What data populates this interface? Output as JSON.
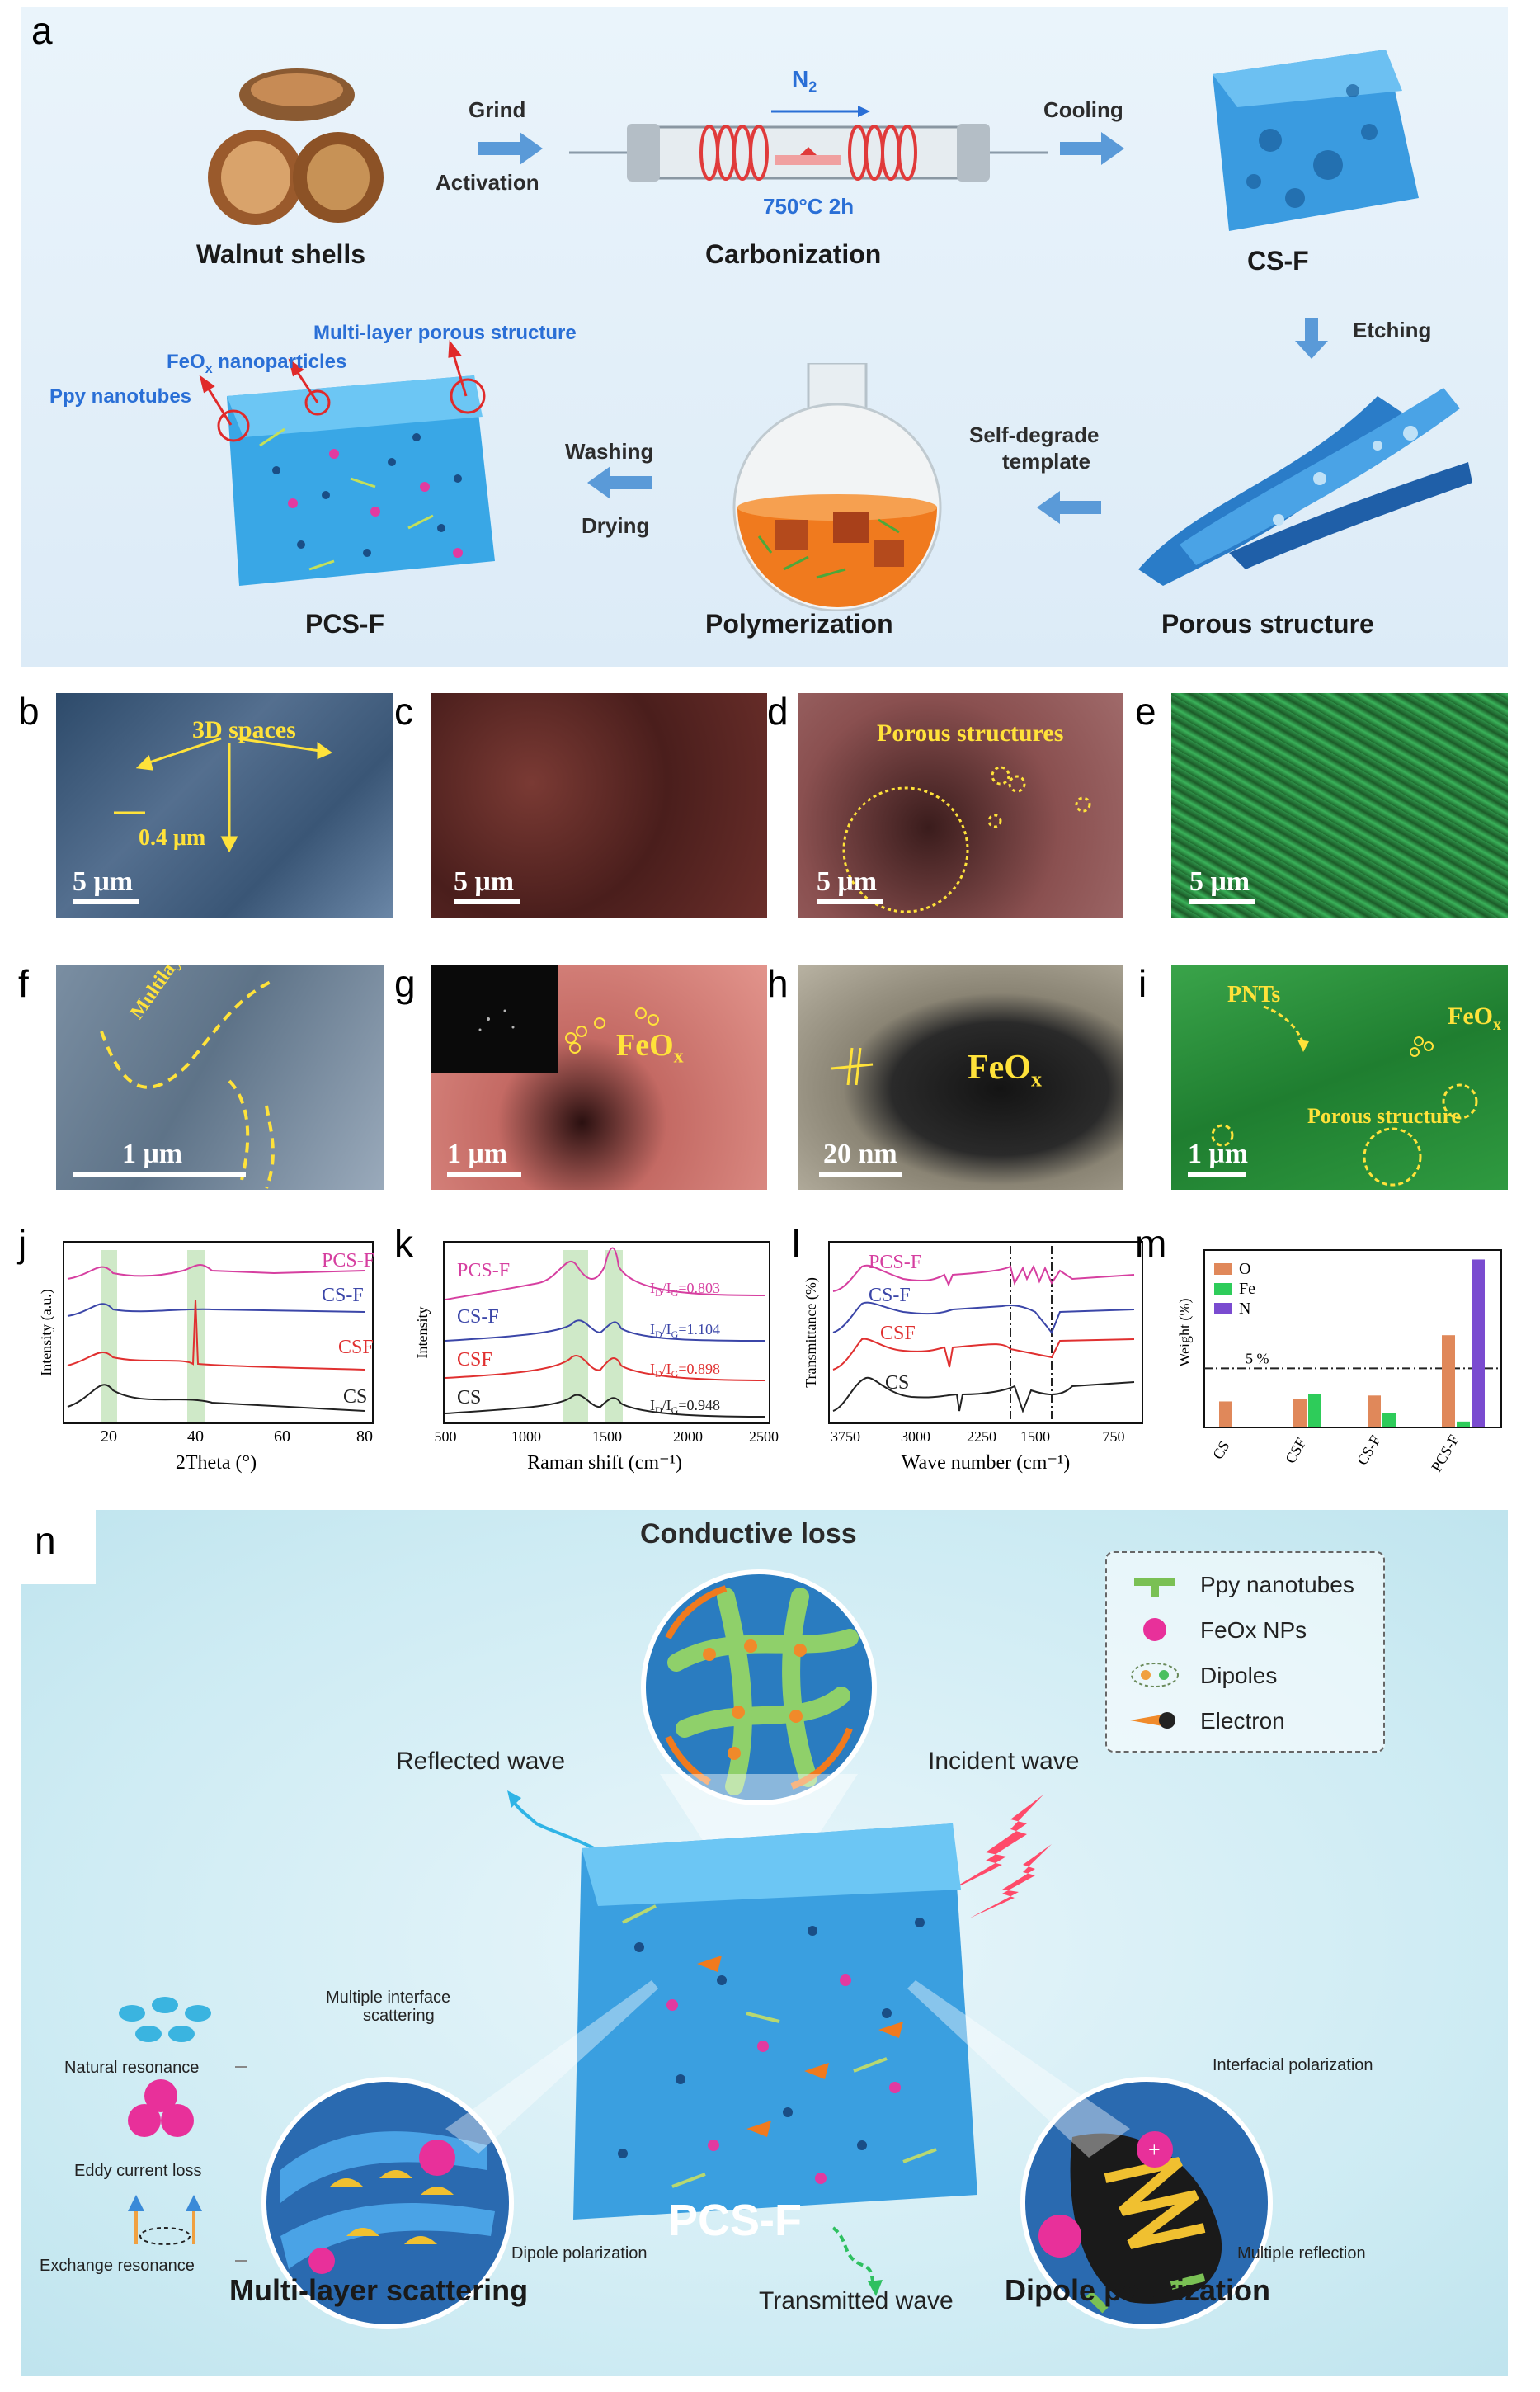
{
  "panel_letters": {
    "a": "a",
    "b": "b",
    "c": "c",
    "d": "d",
    "e": "e",
    "f": "f",
    "g": "g",
    "h": "h",
    "i": "i",
    "j": "j",
    "k": "k",
    "l": "l",
    "m": "m",
    "n": "n"
  },
  "panel_a": {
    "walnut": "Walnut shells",
    "grind": "Grind",
    "activation": "Activation",
    "n2": "N",
    "n2_sub": "2",
    "temp": "750°C 2h",
    "carbonization": "Carbonization",
    "cooling": "Cooling",
    "csf": "CS-F",
    "etching": "Etching",
    "porous": "Porous structure",
    "selfdeg1": "Self-degrade",
    "selfdeg2": "template",
    "polymerization": "Polymerization",
    "washing": "Washing",
    "drying": "Drying",
    "pcsf": "PCS-F",
    "multilayer": "Multi-layer porous structure",
    "feox": "FeO",
    "feox_sub": "x",
    "feox_rest": " nanoparticles",
    "ppy": "Ppy nanotubes"
  },
  "micro": {
    "b_ann1": "3D spaces",
    "b_ann2": "0.4 μm",
    "scale5": "5 μm",
    "d_ann": "Porous structures",
    "f_ann": "Multilayers",
    "scale1": "1 μm",
    "feox": "FeO",
    "feox_sub": "x",
    "scale20": "20 nm",
    "i_pnt": "PNTs",
    "i_porous": "Porous structure"
  },
  "chart_data": [
    {
      "type": "line",
      "panel": "j",
      "xlabel": "2Theta (°)",
      "ylabel": "Intensity (a.u.)",
      "xlim": [
        10,
        80
      ],
      "xticks": [
        20,
        40,
        60,
        80
      ],
      "series": [
        {
          "name": "PCS-F",
          "color": "#d63fa0"
        },
        {
          "name": "CS-F",
          "color": "#3b46a8"
        },
        {
          "name": "CSF",
          "color": "#e03030"
        },
        {
          "name": "CS",
          "color": "#222222"
        }
      ]
    },
    {
      "type": "line",
      "panel": "k",
      "xlabel": "Raman shift (cm⁻¹)",
      "ylabel": "Intensity",
      "xlim": [
        500,
        2500
      ],
      "xticks": [
        500,
        1000,
        1500,
        2000,
        2500
      ],
      "series": [
        {
          "name": "PCS-F",
          "ratio": "I_D/I_G=0.803",
          "color": "#d63fa0"
        },
        {
          "name": "CS-F",
          "ratio": "I_D/I_G=1.104",
          "color": "#3b46a8"
        },
        {
          "name": "CSF",
          "ratio": "I_D/I_G=0.898",
          "color": "#e03030"
        },
        {
          "name": "CS",
          "ratio": "I_D/I_G=0.948",
          "color": "#222222"
        }
      ]
    },
    {
      "type": "line",
      "panel": "l",
      "xlabel": "Wave number (cm⁻¹)",
      "ylabel": "Transmittance (%)",
      "xticks": [
        3750,
        3000,
        2250,
        1500,
        750
      ],
      "series": [
        {
          "name": "PCS-F",
          "color": "#d63fa0"
        },
        {
          "name": "CS-F",
          "color": "#3b46a8"
        },
        {
          "name": "CSF",
          "color": "#e03030"
        },
        {
          "name": "CS",
          "color": "#222222"
        }
      ]
    },
    {
      "type": "bar",
      "panel": "m",
      "ylabel": "Weight (%)",
      "categories": [
        "CS",
        "CSF",
        "CS-F",
        "PCS-F"
      ],
      "reference_line": "5 %",
      "reference_value": 5,
      "ylim": [
        0,
        15
      ],
      "series": [
        {
          "name": "O",
          "color": "#e0885a",
          "values": [
            2.2,
            2.4,
            2.7,
            7.8
          ]
        },
        {
          "name": "Fe",
          "color": "#2ecc5a",
          "values": [
            0,
            2.8,
            1.2,
            0.5
          ]
        },
        {
          "name": "N",
          "color": "#7a4bd0",
          "values": [
            0,
            0,
            0,
            14.2
          ]
        }
      ]
    }
  ],
  "panel_j_labels": {
    "pcsf": "PCS-F",
    "csf2": "CS-F",
    "csf": "CSF",
    "cs": "CS",
    "xlabel": "2Theta (°)",
    "ylabel": "Intensity (a.u.)",
    "t20": "20",
    "t40": "40",
    "t60": "60",
    "t80": "80"
  },
  "panel_k_labels": {
    "pcsf": "PCS-F",
    "csf2": "CS-F",
    "csf": "CSF",
    "cs": "CS",
    "r1": "I",
    "r1s": "D",
    "r1m": "/I",
    "r1s2": "G",
    "r1v": "=0.803",
    "r2v": "=1.104",
    "r3v": "=0.898",
    "r4v": "=0.948",
    "xlabel": "Raman shift (cm⁻¹)",
    "ylabel": "Intensity",
    "t500": "500",
    "t1000": "1000",
    "t1500": "1500",
    "t2000": "2000",
    "t2500": "2500"
  },
  "panel_l_labels": {
    "pcsf": "PCS-F",
    "csf2": "CS-F",
    "csf": "CSF",
    "cs": "CS",
    "xlabel": "Wave number (cm⁻¹)",
    "ylabel": "Transmittance (%)",
    "t3750": "3750",
    "t3000": "3000",
    "t2250": "2250",
    "t1500": "1500",
    "t750": "750"
  },
  "panel_m_labels": {
    "o": "O",
    "fe": "Fe",
    "n": "N",
    "ref": "5 %",
    "ylabel": "Weight (%)",
    "cs": "CS",
    "csf": "CSF",
    "csf2": "CS-F",
    "pcsf": "PCS-F"
  },
  "panel_n": {
    "conductive": "Conductive loss",
    "legend_ppy": "Ppy nanotubes",
    "legend_feox": "FeOx NPs",
    "legend_dipoles": "Dipoles",
    "legend_electron": "Electron",
    "reflected": "Reflected wave",
    "incident": "Incident wave",
    "transmitted": "Transmitted wave",
    "pcsf": "PCS-F",
    "multi_scatter": "Multi-layer scattering",
    "dipole_pol": "Dipole polarization",
    "multi_interface1": "Multiple interface",
    "multi_interface2": "scattering",
    "natural_res": "Natural resonance",
    "eddy": "Eddy current loss",
    "exchange": "Exchange resonance",
    "dipole_small": "Dipole polarization",
    "interfacial": "Interfacial polarization",
    "multi_reflect": "Multiple reflection"
  }
}
